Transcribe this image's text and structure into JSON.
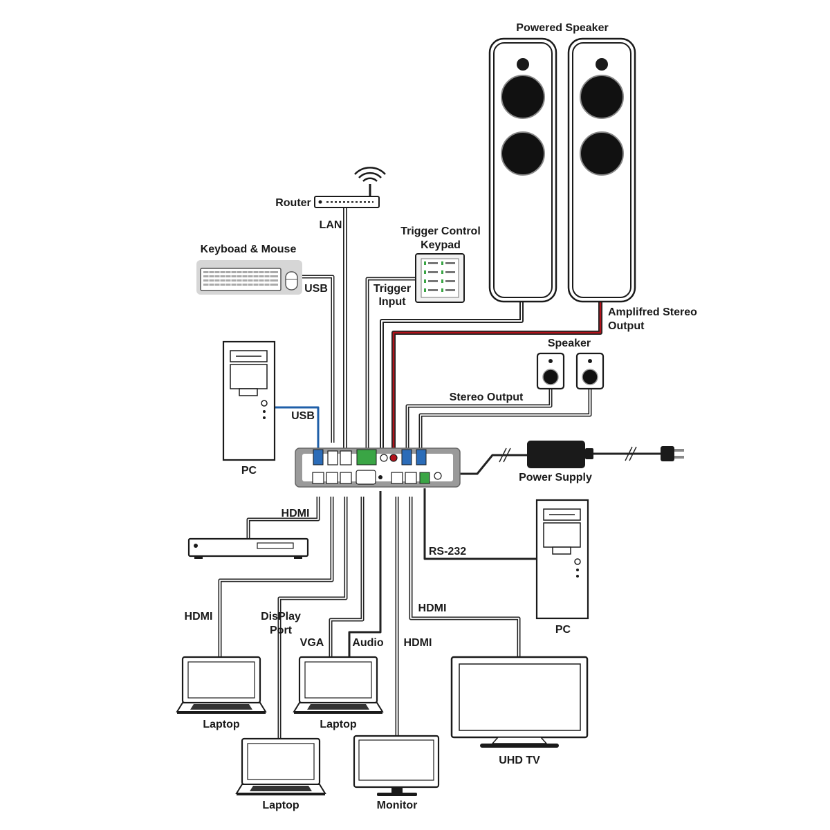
{
  "labels": {
    "powered_speaker": "Powered Speaker",
    "router": "Router",
    "lan": "LAN",
    "trigger_keypad_line1": "Trigger Control",
    "trigger_keypad_line2": "Keypad",
    "keyboard_mouse": "Keyboad & Mouse",
    "usb_keyboard": "USB",
    "trigger_input_line1": "Trigger",
    "trigger_input_line2": "Input",
    "amplified_line1": "Amplifred Stereo",
    "amplified_line2": "Output",
    "speaker": "Speaker",
    "stereo_output": "Stereo Output",
    "usb_pc": "USB",
    "pc_left": "PC",
    "power_supply": "Power Supply",
    "hdmi_player": "HDMI",
    "rs232": "RS-232",
    "pc_right": "PC",
    "hdmi_laptop": "HDMI",
    "displayport_line1": "DisPlay",
    "displayport_line2": "Port",
    "vga": "VGA",
    "audio": "Audio",
    "hdmi_monitor": "HDMI",
    "hdmi_tv": "HDMI",
    "laptop_left": "Laptop",
    "laptop_middle": "Laptop",
    "laptop_bottom": "Laptop",
    "monitor": "Monitor",
    "uhd_tv": "UHD TV"
  },
  "icons": {
    "router": "router-icon",
    "keypad": "keypad-icon",
    "keyboard": "keyboard-icon",
    "mouse": "mouse-icon",
    "speaker": "speaker-icon",
    "pc": "pc-tower-icon",
    "laptop": "laptop-icon",
    "monitor": "monitor-icon",
    "tv": "tv-icon",
    "power_supply": "power-adapter-icon",
    "plug": "plug-icon",
    "switcher": "switcher-device-icon",
    "media_player": "media-player-icon"
  },
  "colors": {
    "usb_cable": "#1f5fa8",
    "amplified_cable": "#b3121b",
    "cable_default": "#8a8a8a",
    "device_body": "#9a9a9a",
    "port_blue": "#2b6cb8",
    "port_green": "#3aa545"
  }
}
